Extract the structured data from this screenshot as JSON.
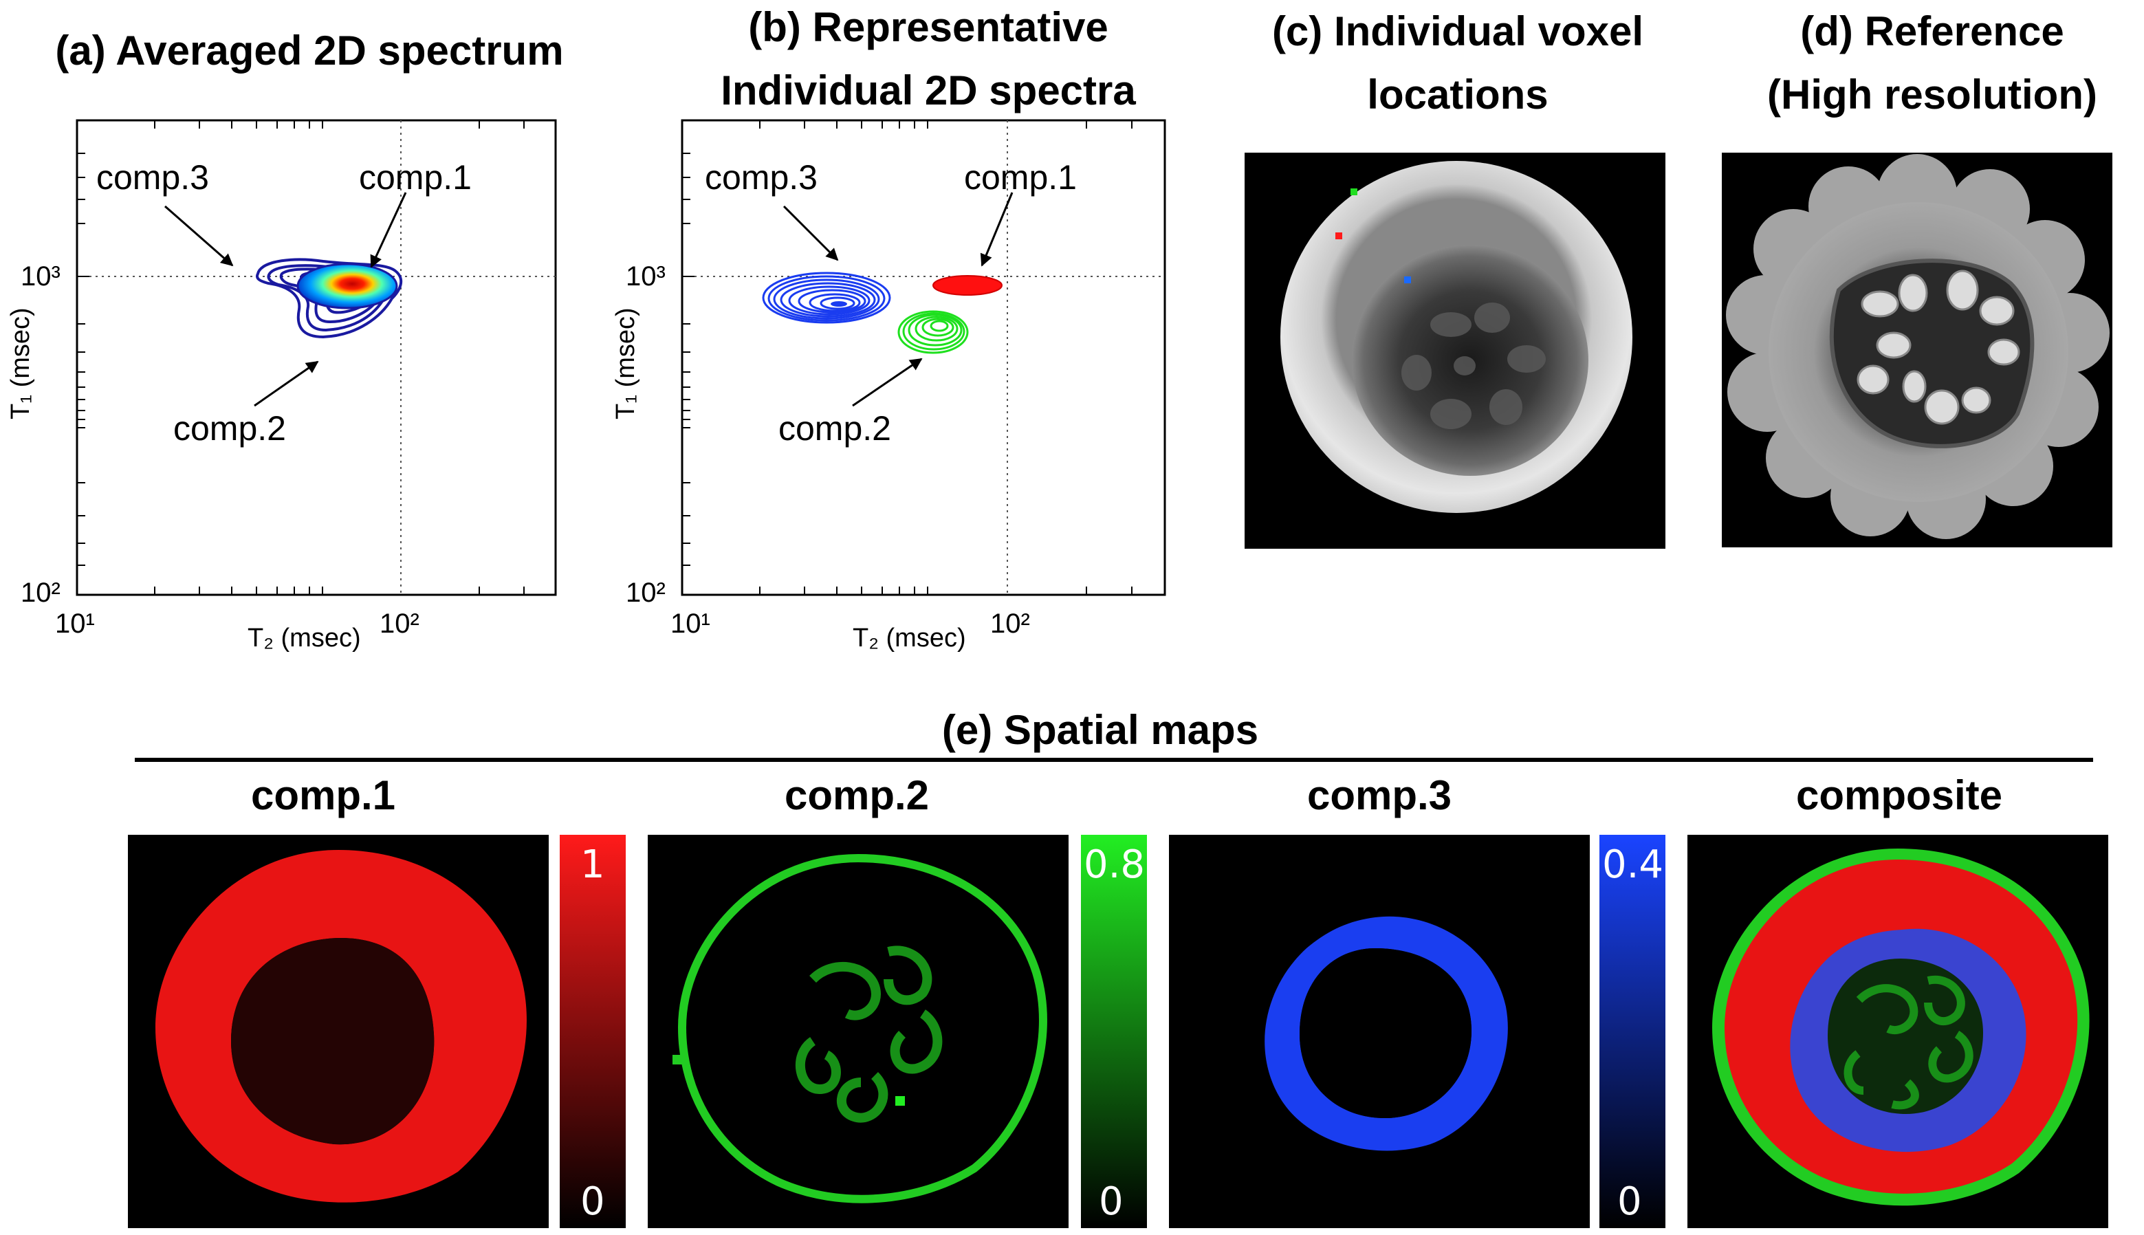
{
  "panels": {
    "a": {
      "title": "(a) Averaged 2D spectrum"
    },
    "b": {
      "title_line1": "(b) Representative",
      "title_line2": "Individual 2D spectra"
    },
    "c": {
      "title_line1": "(c) Individual voxel",
      "title_line2": "locations"
    },
    "d": {
      "title_line1": "(d) Reference",
      "title_line2": "(High resolution)"
    },
    "e": {
      "title": "(e) Spatial maps"
    }
  },
  "axes": {
    "ylabel": "T₁ (msec)",
    "xlabel": "T₂ (msec)",
    "y_ticks": [
      "10³",
      "10²"
    ],
    "x_ticks": [
      "10¹",
      "10²"
    ]
  },
  "annotations": {
    "comp1": "comp.1",
    "comp2": "comp.2",
    "comp3": "comp.3"
  },
  "maps": [
    {
      "name": "comp.1",
      "cb_max": "1",
      "cb_min": "0",
      "color": "#ff1a1a"
    },
    {
      "name": "comp.2",
      "cb_max": "0.8",
      "cb_min": "0",
      "color": "#22dd22"
    },
    {
      "name": "comp.3",
      "cb_max": "0.4",
      "cb_min": "0",
      "color": "#1a44ff"
    },
    {
      "name": "composite"
    }
  ]
}
